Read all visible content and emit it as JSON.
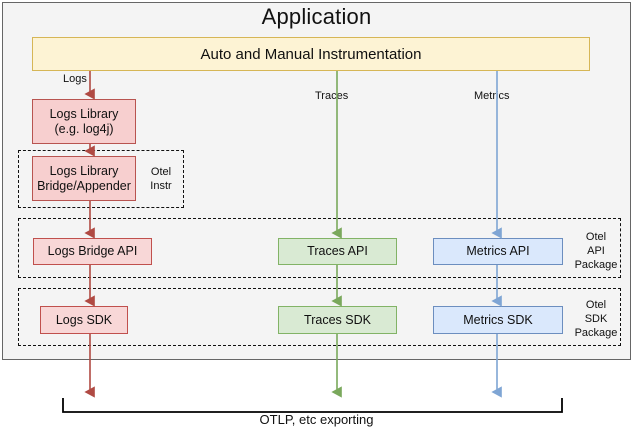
{
  "diagram": {
    "title": "Application",
    "type": "architecture-flow",
    "colors": {
      "app_background": "#f4f4f4",
      "app_border": "#666666",
      "instrumentation_fill": "#fdf3d4",
      "instrumentation_stroke": "#d6b656",
      "logs_fill": "#f7cfcf",
      "logs_stroke": "#b85450",
      "traces_fill": "#d9ead3",
      "traces_stroke": "#82b366",
      "metrics_fill": "#dae8fc",
      "metrics_stroke": "#6c8ebf",
      "logs_wire": "#b04a43",
      "traces_wire": "#7aa85c",
      "metrics_wire": "#7fa5d4",
      "bracket": "#000000"
    },
    "instrumentation": {
      "label": "Auto and Manual Instrumentation"
    },
    "signals": [
      {
        "name": "logs",
        "label": "Logs",
        "color": "#b04a43"
      },
      {
        "name": "traces",
        "label": "Traces",
        "color": "#7aa85c"
      },
      {
        "name": "metrics",
        "label": "Metrics",
        "color": "#7fa5d4"
      }
    ],
    "nodes": [
      {
        "id": "logs-library",
        "label": "Logs Library\n(e.g. log4j)",
        "signal": "logs"
      },
      {
        "id": "logs-library-bridge",
        "label": "Logs Library\nBridge/Appender",
        "signal": "logs"
      },
      {
        "id": "logs-bridge-api",
        "label": "Logs Bridge API",
        "signal": "logs"
      },
      {
        "id": "traces-api",
        "label": "Traces API",
        "signal": "traces"
      },
      {
        "id": "metrics-api",
        "label": "Metrics API",
        "signal": "metrics"
      },
      {
        "id": "logs-sdk",
        "label": "Logs SDK",
        "signal": "logs"
      },
      {
        "id": "traces-sdk",
        "label": "Traces SDK",
        "signal": "traces"
      },
      {
        "id": "metrics-sdk",
        "label": "Metrics SDK",
        "signal": "metrics"
      }
    ],
    "groups": [
      {
        "id": "otel-instr",
        "label": "Otel\nInstr"
      },
      {
        "id": "otel-api-package",
        "label": "Otel\nAPI\nPackage"
      },
      {
        "id": "otel-sdk-package",
        "label": "Otel\nSDK\nPackage"
      }
    ],
    "export": {
      "label": "OTLP, etc exporting"
    }
  }
}
